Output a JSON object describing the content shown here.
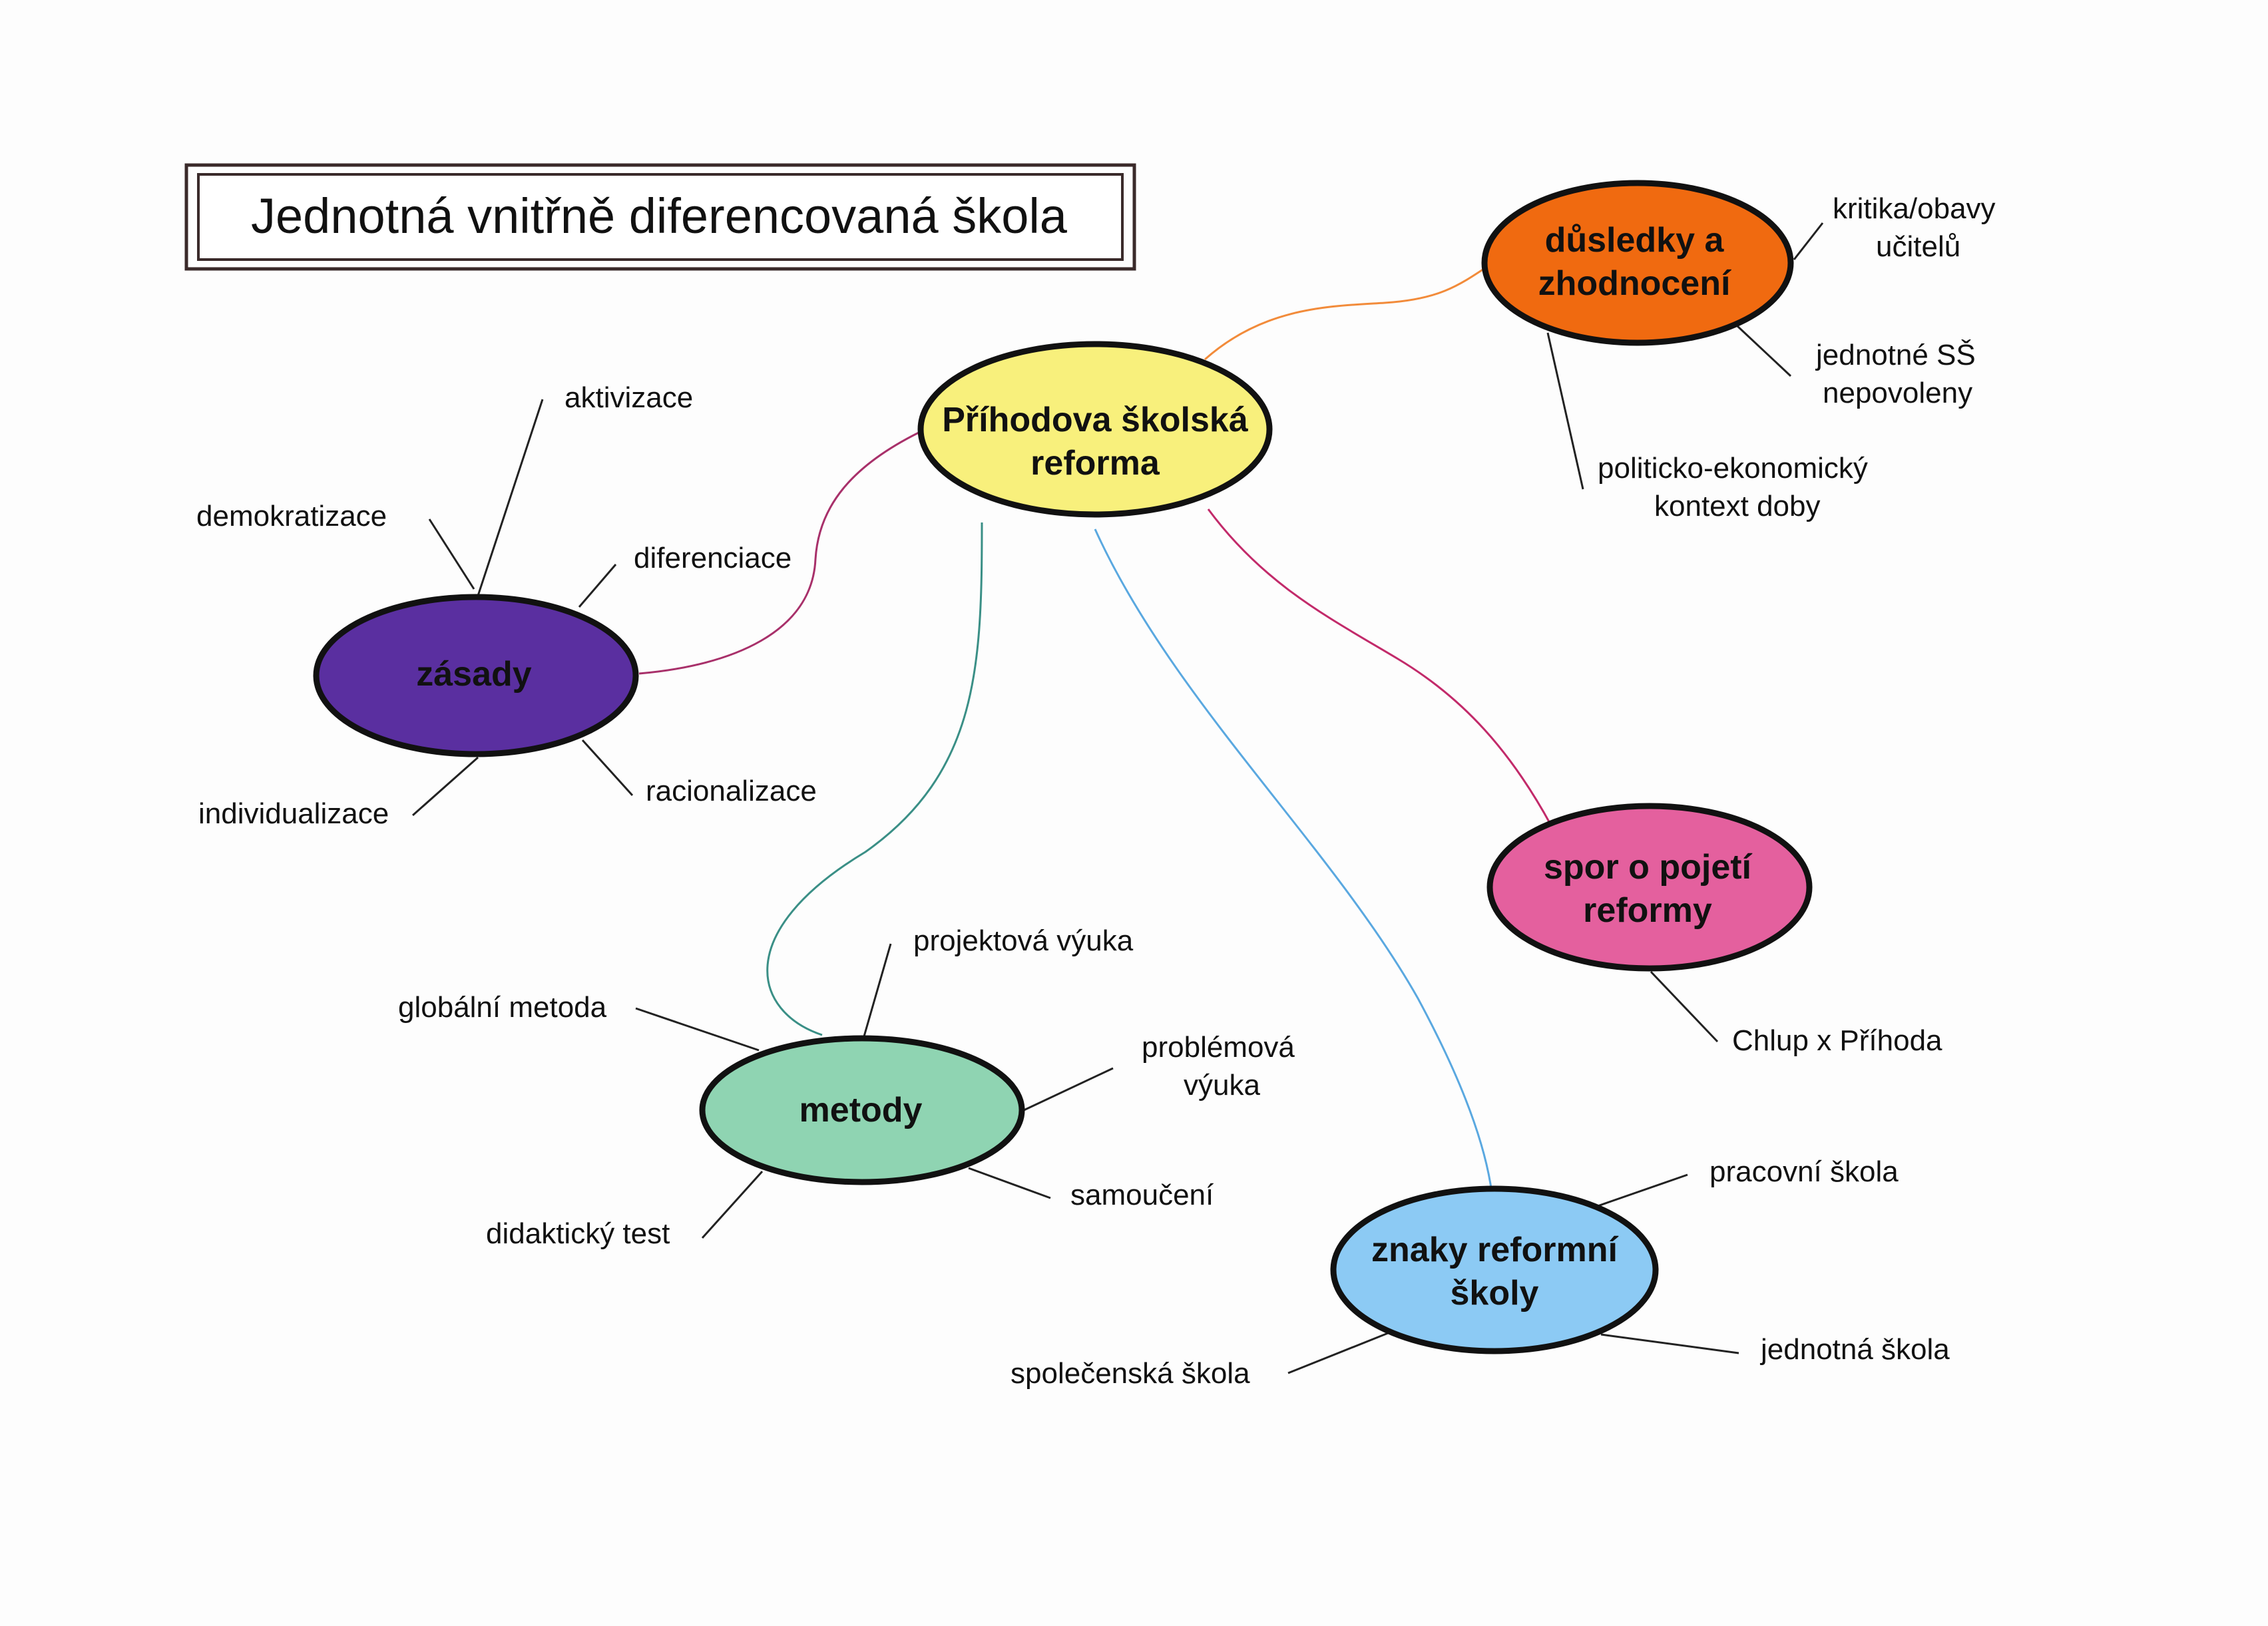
{
  "title": "Jednotná vnitřně diferencovaná škola",
  "central": {
    "label_lines": [
      "Příhodova školská",
      "reforma"
    ],
    "color": "#f8f07c"
  },
  "branches": {
    "dusledky": {
      "label_lines": [
        "důsledky a",
        "zhodnocení"
      ],
      "color": "#f06a10",
      "line_color": "#f28b3a",
      "leaves": [
        [
          "kritika/obavy",
          "učitelů"
        ],
        [
          "jednotné SŠ",
          "nepovoleny"
        ],
        [
          "politicko-ekonomický",
          "kontext doby"
        ]
      ]
    },
    "zasady": {
      "label_lines": [
        "zásady"
      ],
      "color": "#5a2fa0",
      "line_color": "#a8306a",
      "leaves": [
        [
          "aktivizace"
        ],
        [
          "demokratizace"
        ],
        [
          "diferenciace"
        ],
        [
          "racionalizace"
        ],
        [
          "individualizace"
        ]
      ]
    },
    "metody": {
      "label_lines": [
        "metody"
      ],
      "color": "#8fd4b2",
      "line_color": "#3a8f86",
      "leaves": [
        [
          "projektová výuka"
        ],
        [
          "globální metoda"
        ],
        [
          "problémová",
          "výuka"
        ],
        [
          "samoučení"
        ],
        [
          "didaktický test"
        ]
      ]
    },
    "spor": {
      "label_lines": [
        "spor o pojetí",
        "reformy"
      ],
      "color": "#e4609e",
      "line_color": "#c22a6a",
      "leaves": [
        [
          "Chlup x Příhoda"
        ]
      ]
    },
    "znaky": {
      "label_lines": [
        "znaky reformní",
        "školy"
      ],
      "color": "#8ccaf4",
      "line_color": "#5aa8e0",
      "leaves": [
        [
          "pracovní škola"
        ],
        [
          "jednotná škola"
        ],
        [
          "společenská škola"
        ]
      ]
    }
  }
}
